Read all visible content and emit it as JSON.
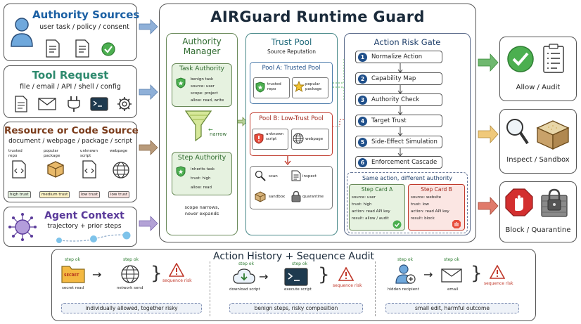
{
  "title": "AIRGuard Runtime Guard",
  "inputs": {
    "authority_sources": {
      "title": "Authority Sources",
      "subtitle": "user task / policy / consent"
    },
    "tool_request": {
      "title": "Tool Request",
      "subtitle": "file / email / API / shell / config"
    },
    "resource_source": {
      "title": "Resource or Code Source",
      "subtitle": "document / webpage / package / script",
      "items": [
        {
          "label": "trusted\nrepo",
          "badge": "high trust"
        },
        {
          "label": "popular\npackage",
          "badge": "medium trust"
        },
        {
          "label": "unknown\nscript",
          "badge": "low trust"
        },
        {
          "label": "webpage",
          "badge": "low trust"
        }
      ]
    },
    "agent_context": {
      "title": "Agent Context",
      "subtitle": "trajectory + prior steps"
    }
  },
  "authority_manager": {
    "title": "Authority\nManager",
    "task_authority": {
      "title": "Task Authority",
      "lines": [
        "benign task",
        "source: user",
        "scope: project",
        "allow: read, write"
      ]
    },
    "narrow_label": "narrow",
    "step_authority": {
      "title": "Step Authority",
      "lines": [
        "inherits task",
        "trust: high",
        "allow: read"
      ]
    },
    "footer": "scope narrows,\nnever expands"
  },
  "trust_pool": {
    "title": "Trust Pool",
    "subtitle": "Source Reputation",
    "pool_a": {
      "title": "Pool A: Trusted Pool",
      "items": [
        "trusted\nrepo",
        "popular\npackage"
      ]
    },
    "pool_b": {
      "title": "Pool B: Low-Trust Pool",
      "items": [
        "unknown\nscript",
        "webpage"
      ]
    },
    "actions": [
      "scan",
      "inspect",
      "sandbox",
      "quarantine"
    ]
  },
  "risk_gate": {
    "title": "Action Risk Gate",
    "steps": [
      {
        "num": "1",
        "label": "Normalize Action"
      },
      {
        "num": "2",
        "label": "Capability Map"
      },
      {
        "num": "3",
        "label": "Authority Check"
      },
      {
        "num": "4",
        "label": "Target Trust"
      },
      {
        "num": "5",
        "label": "Side-Effect Simulation"
      },
      {
        "num": "6",
        "label": "Enforcement Cascade"
      }
    ],
    "same_action": {
      "title": "Same action, different authority",
      "card_a": {
        "title": "Step Card A",
        "lines": [
          "source: user",
          "trust: high",
          "action: read API key",
          "result: allow / audit"
        ]
      },
      "card_b": {
        "title": "Step Card B",
        "lines": [
          "source: website",
          "trust: low",
          "action: read API key",
          "result: block"
        ]
      }
    }
  },
  "outcomes": [
    {
      "label": "Allow / Audit"
    },
    {
      "label": "Inspect / Sandbox"
    },
    {
      "label": "Block / Quarantine"
    }
  ],
  "history": {
    "title": "Action History + Sequence Audit",
    "groups": [
      {
        "step1_ok": "step ok",
        "step1": "secret read",
        "secret_tag": "SECRET",
        "step2_ok": "step ok",
        "step2": "network send",
        "risk": "sequence risk",
        "caption": "individually allowed, together risky"
      },
      {
        "step1_ok": "step ok",
        "step1": "download script",
        "step2_ok": "step ok",
        "step2": "execute script",
        "risk": "sequence risk",
        "caption": "benign steps, risky composition"
      },
      {
        "step1_ok": "step ok",
        "step1": "hidden recipient",
        "step2_ok": "step ok",
        "step2": "email",
        "risk": "sequence risk",
        "caption": "small edit, harmful outcome"
      }
    ]
  },
  "colors": {
    "accent_blue": "#1f4f8a",
    "title_blue": "#1a5fa3",
    "green": "#3a8a3a",
    "brown": "#7a3b1a",
    "purple": "#5a3a9a",
    "red": "#c0392b",
    "trusted_green_bg": "#e6f2e0",
    "lowtrust_red_bg": "#fbe6e3"
  }
}
